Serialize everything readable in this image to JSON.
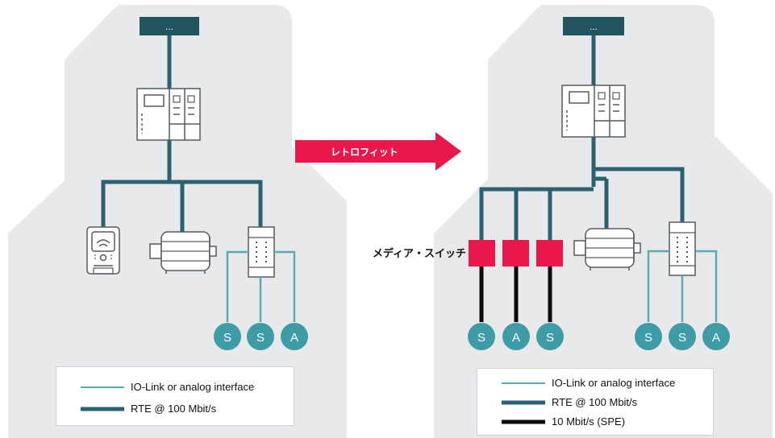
{
  "colors": {
    "panel_bg": "#e8e9ea",
    "rte": "#2b6272",
    "iolink": "#58abb5",
    "spe": "#0b0b0b",
    "accent_red": "#e8194a",
    "node_fill": "#3e9ca6",
    "top_box": "#22545f",
    "device_stroke": "#555a5e"
  },
  "left_panel": {
    "top_box_label": "...",
    "nodes": [
      "S",
      "S",
      "A"
    ],
    "legend": [
      {
        "label": "IO-Link or analog interface",
        "style": "iolink"
      },
      {
        "label": "RTE @ 100 Mbit/s",
        "style": "rte"
      }
    ]
  },
  "right_panel": {
    "top_box_label": "...",
    "media_switch_label": "メディア・スイッチ",
    "spe_nodes": [
      "S",
      "A",
      "S"
    ],
    "io_nodes": [
      "S",
      "S",
      "A"
    ],
    "legend": [
      {
        "label": "IO-Link or analog interface",
        "style": "iolink"
      },
      {
        "label": "RTE @ 100 Mbit/s",
        "style": "rte"
      },
      {
        "label": "10 Mbit/s (SPE)",
        "style": "spe"
      }
    ]
  },
  "arrow": {
    "label": "レトロフィット"
  }
}
